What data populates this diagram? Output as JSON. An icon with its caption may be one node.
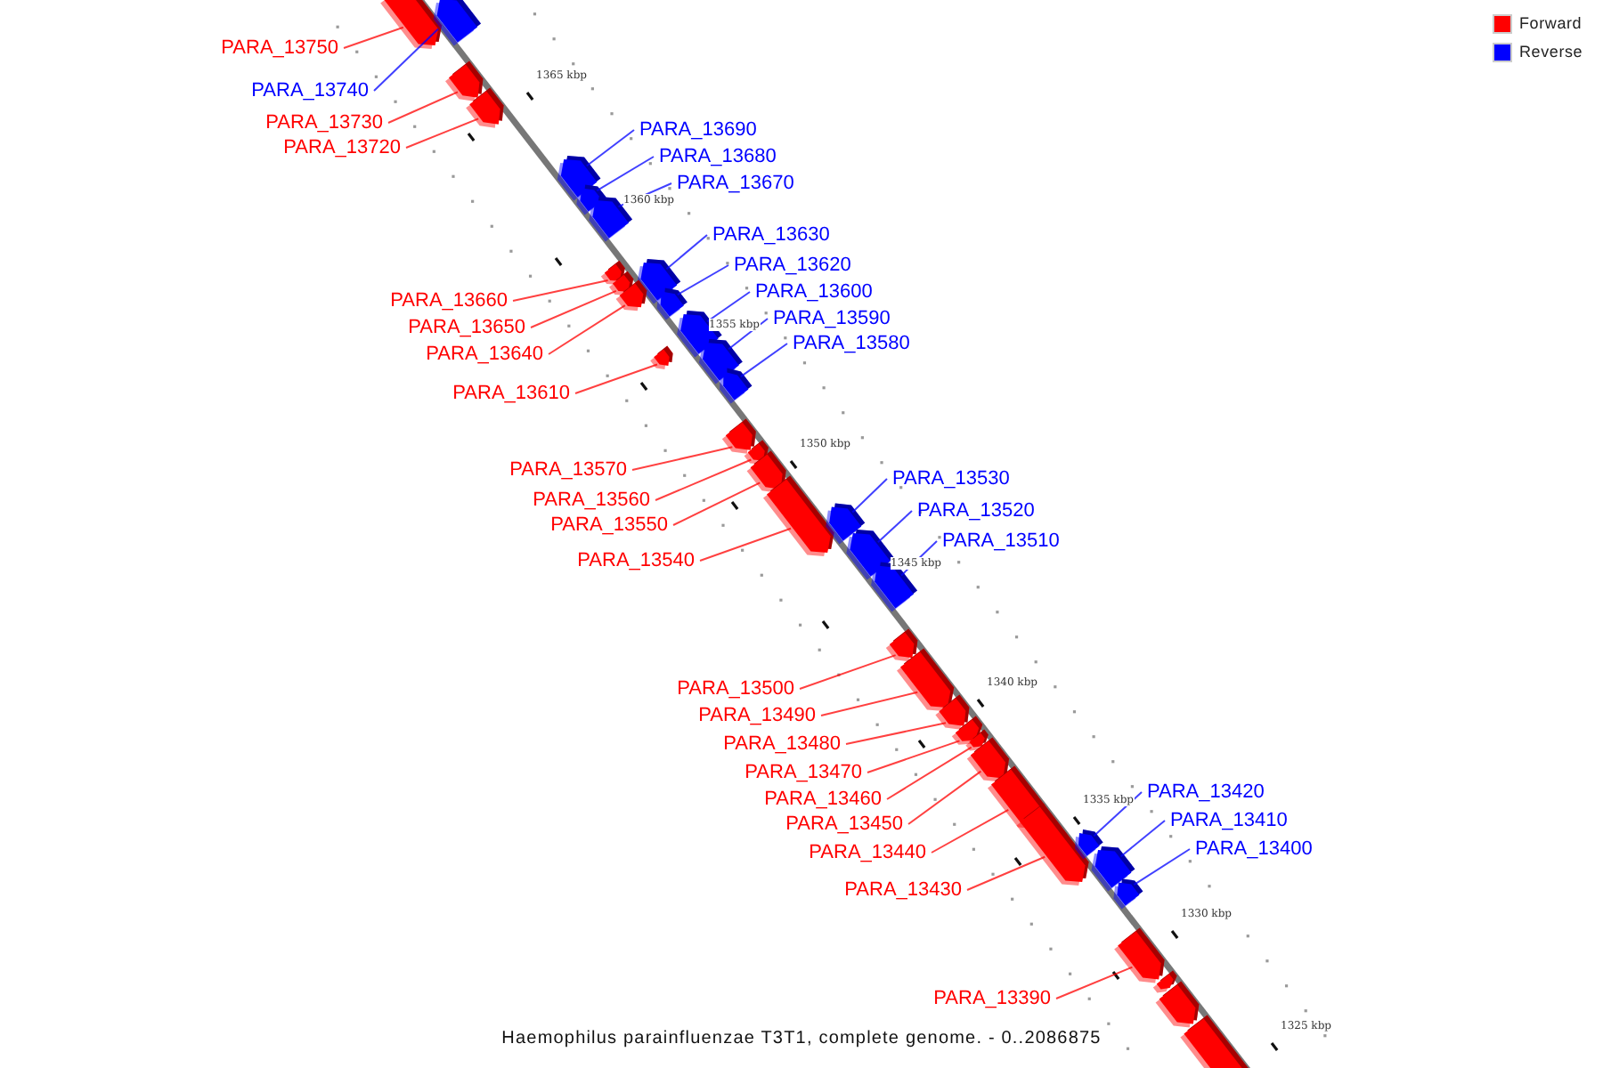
{
  "diagram": {
    "caption": "Haemophilus parainfluenzae T3T1, complete genome. - 0..2086875",
    "nodes": [
      {
        "text": [
          "PARA_13750"
        ]
      },
      {
        "text": [
          "PARA_13740"
        ]
      },
      {
        "text": [
          "PARA_13730"
        ]
      },
      {
        "text": [
          "PARA_13690"
        ]
      },
      {
        "text": [
          "PARA_13720"
        ]
      },
      {
        "text": [
          "PARA_13680"
        ]
      },
      {
        "text": [
          "PARA_13670"
        ]
      },
      {
        "text": [
          "PARA_13630"
        ]
      },
      {
        "text": [
          "PARA_13620"
        ]
      },
      {
        "text": [
          "PARA_13600"
        ]
      },
      {
        "text": [
          "PARA_13660"
        ]
      },
      {
        "text": [
          "PARA_13590"
        ]
      },
      {
        "text": [
          "PARA_13650"
        ]
      },
      {
        "text": [
          "PARA_13580"
        ]
      },
      {
        "text": [
          "PARA_13640"
        ]
      },
      {
        "text": [
          "PARA_13610"
        ]
      },
      {
        "text": [
          "PARA_13570"
        ]
      },
      {
        "text": [
          "PARA_13530"
        ]
      },
      {
        "text": [
          "PARA_13560"
        ]
      },
      {
        "text": [
          "PARA_13520"
        ]
      },
      {
        "text": [
          "PARA_13550"
        ]
      },
      {
        "text": [
          "PARA_13510"
        ]
      },
      {
        "text": [
          "PARA_13540"
        ]
      },
      {
        "text": [
          "PARA_13500"
        ]
      },
      {
        "text": [
          "PARA_13490"
        ]
      },
      {
        "text": [
          "PARA_13480"
        ]
      },
      {
        "text": [
          "PARA_13470"
        ]
      },
      {
        "text": [
          "PARA_13420"
        ]
      },
      {
        "text": [
          "PARA_13460"
        ]
      },
      {
        "text": [
          "PARA_13410"
        ]
      },
      {
        "text": [
          "PARA_13450"
        ]
      },
      {
        "text": [
          "PARA_13400"
        ]
      },
      {
        "text": [
          "PARA_13440"
        ]
      },
      {
        "text": [
          "PARA_13430"
        ]
      },
      {
        "text": [
          "PARA_13390"
        ]
      },
      {
        "text": [],
        "shape": "box"
      },
      {
        "text": [],
        "shape": "box"
      },
      {
        "text": [],
        "shape": "box"
      },
      {
        "text": [],
        "shape": "box"
      },
      {
        "text": [],
        "shape": "box"
      },
      {
        "text": [],
        "shape": "box"
      },
      {
        "text": [],
        "shape": "box"
      },
      {
        "text": [],
        "shape": "box"
      },
      {
        "text": [],
        "shape": "box"
      },
      {
        "text": [],
        "shape": "box"
      },
      {
        "text": [],
        "shape": "box"
      },
      {
        "text": [],
        "shape": "box"
      },
      {
        "text": [],
        "shape": "box"
      },
      {
        "text": [],
        "shape": "box"
      },
      {
        "text": [],
        "shape": "box"
      },
      {
        "text": [],
        "shape": "box"
      },
      {
        "text": [],
        "shape": "box"
      },
      {
        "text": [],
        "shape": "box"
      },
      {
        "text": [],
        "shape": "box"
      },
      {
        "text": [],
        "shape": "box"
      },
      {
        "text": [],
        "shape": "box"
      },
      {
        "text": [],
        "shape": "box"
      },
      {
        "text": [],
        "shape": "box"
      },
      {
        "text": [],
        "shape": "box"
      },
      {
        "text": [],
        "shape": "box"
      },
      {
        "text": [],
        "shape": "box"
      },
      {
        "text": [],
        "shape": "box"
      },
      {
        "text": [],
        "shape": "box"
      },
      {
        "text": [],
        "shape": "box"
      },
      {
        "text": [],
        "shape": "box"
      },
      {
        "text": [],
        "shape": "box"
      },
      {
        "text": [],
        "shape": "box"
      },
      {
        "text": [],
        "shape": "box"
      },
      {
        "text": [],
        "shape": "box"
      },
      {
        "text": [],
        "shape": "box"
      },
      {
        "text": [],
        "shape": "box"
      },
      {
        "text": [],
        "shape": "box"
      },
      {
        "text": [],
        "shape": "box"
      }
    ],
    "edges": [
      {
        "from": 0,
        "to": 35,
        "arrow": "none"
      },
      {
        "from": 1,
        "to": 36,
        "arrow": "none",
        "color": "#0000ff"
      },
      {
        "from": 2,
        "to": 37,
        "arrow": "none"
      },
      {
        "from": 3,
        "to": 39,
        "arrow": "none",
        "color": "#0000ff"
      },
      {
        "from": 4,
        "to": 38,
        "arrow": "none"
      },
      {
        "from": 5,
        "to": 40,
        "arrow": "none",
        "color": "#0000ff"
      },
      {
        "from": 6,
        "to": 41,
        "arrow": "none",
        "color": "#0000ff"
      },
      {
        "from": 7,
        "to": 44,
        "arrow": "none",
        "color": "#0000ff"
      },
      {
        "from": 8,
        "to": 46,
        "arrow": "none",
        "color": "#0000ff"
      },
      {
        "from": 9,
        "to": 47,
        "arrow": "none",
        "color": "#0000ff"
      },
      {
        "from": 10,
        "to": 42,
        "arrow": "none"
      },
      {
        "from": 11,
        "to": 49,
        "arrow": "none",
        "color": "#0000ff"
      },
      {
        "from": 12,
        "to": 43,
        "arrow": "none"
      },
      {
        "from": 13,
        "to": 50,
        "arrow": "none",
        "color": "#0000ff"
      },
      {
        "from": 14,
        "to": 45,
        "arrow": "none"
      },
      {
        "from": 15,
        "to": 48,
        "arrow": "none"
      },
      {
        "from": 16,
        "to": 51,
        "arrow": "none"
      },
      {
        "from": 17,
        "to": 55,
        "arrow": "none",
        "color": "#0000ff"
      },
      {
        "from": 18,
        "to": 52,
        "arrow": "none"
      },
      {
        "from": 19,
        "to": 56,
        "arrow": "none",
        "color": "#0000ff"
      },
      {
        "from": 20,
        "to": 53,
        "arrow": "none"
      },
      {
        "from": 21,
        "to": 57,
        "arrow": "none",
        "color": "#0000ff"
      },
      {
        "from": 22,
        "to": 54,
        "arrow": "none"
      },
      {
        "from": 23,
        "to": 58,
        "arrow": "none"
      },
      {
        "from": 24,
        "to": 59,
        "arrow": "none"
      },
      {
        "from": 25,
        "to": 60,
        "arrow": "none"
      },
      {
        "from": 26,
        "to": 61,
        "arrow": "none"
      },
      {
        "from": 27,
        "to": 66,
        "arrow": "none",
        "color": "#0000ff"
      },
      {
        "from": 28,
        "to": 62,
        "arrow": "none"
      },
      {
        "from": 29,
        "to": 67,
        "arrow": "none",
        "color": "#0000ff"
      },
      {
        "from": 30,
        "to": 63,
        "arrow": "none"
      },
      {
        "from": 31,
        "to": 68,
        "arrow": "none",
        "color": "#0000ff"
      },
      {
        "from": 32,
        "to": 64,
        "arrow": "none"
      },
      {
        "from": 33,
        "to": 65,
        "arrow": "none"
      },
      {
        "from": 34,
        "to": 69,
        "arrow": "none"
      }
    ],
    "labels": [
      "1365 kbp",
      "1360 kbp",
      "1355 kbp",
      "1350 kbp",
      "1345 kbp",
      "1340 kbp",
      "1335 kbp",
      "1330 kbp",
      "1325 kbp"
    ],
    "legend": [
      {
        "text": "Forward",
        "color": "#ff0000"
      },
      {
        "text": "Reverse",
        "color": "#0000ff"
      }
    ]
  }
}
